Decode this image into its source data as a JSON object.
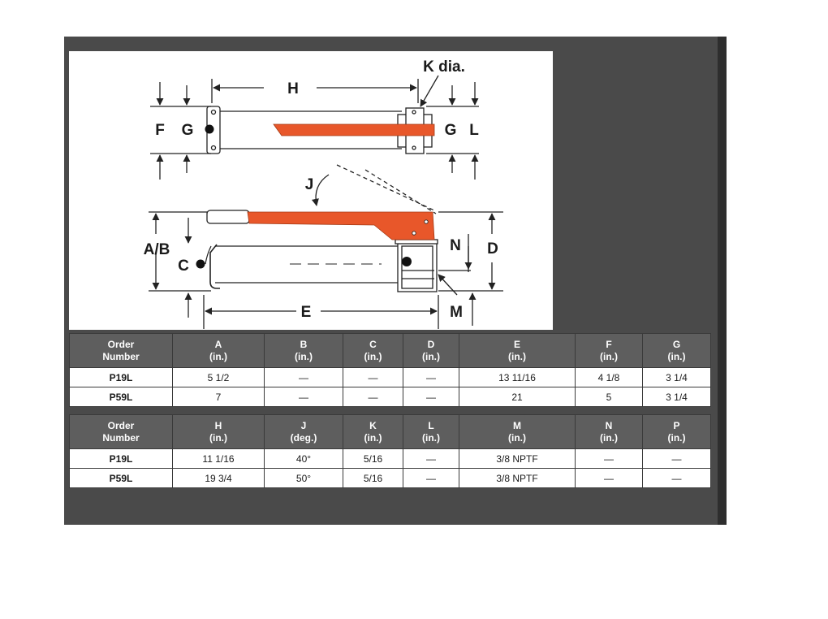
{
  "diagram": {
    "labels": {
      "k": "K dia.",
      "h": "H",
      "f": "F",
      "g_left": "G",
      "g_right": "G",
      "l": "L",
      "j": "J",
      "ab": "A/B",
      "c": "C",
      "n": "N",
      "d": "D",
      "e": "E",
      "m": "M"
    },
    "colors": {
      "accent": "#e8572a",
      "line": "#222222"
    }
  },
  "table_top": {
    "headers": [
      {
        "name": "Order",
        "unit": "Number"
      },
      {
        "name": "A",
        "unit": "(in.)"
      },
      {
        "name": "B",
        "unit": "(in.)"
      },
      {
        "name": "C",
        "unit": "(in.)"
      },
      {
        "name": "D",
        "unit": "(in.)"
      },
      {
        "name": "E",
        "unit": "(in.)"
      },
      {
        "name": "F",
        "unit": "(in.)"
      },
      {
        "name": "G",
        "unit": "(in.)"
      }
    ],
    "rows": [
      [
        "P19L",
        "5 1/2",
        "—",
        "—",
        "—",
        "13 11/16",
        "4 1/8",
        "3 1/4"
      ],
      [
        "P59L",
        "7",
        "—",
        "—",
        "—",
        "21",
        "5",
        "3 1/4"
      ]
    ]
  },
  "table_bottom": {
    "headers": [
      {
        "name": "Order",
        "unit": "Number"
      },
      {
        "name": "H",
        "unit": "(in.)"
      },
      {
        "name": "J",
        "unit": "(deg.)"
      },
      {
        "name": "K",
        "unit": "(in.)"
      },
      {
        "name": "L",
        "unit": "(in.)"
      },
      {
        "name": "M",
        "unit": "(in.)"
      },
      {
        "name": "N",
        "unit": "(in.)"
      },
      {
        "name": "P",
        "unit": "(in.)"
      }
    ],
    "rows": [
      [
        "P19L",
        "11 1/16",
        "40°",
        "5/16",
        "—",
        "3/8 NPTF",
        "—",
        "—"
      ],
      [
        "P59L",
        "19 3/4",
        "50°",
        "5/16",
        "—",
        "3/8 NPTF",
        "—",
        "—"
      ]
    ]
  }
}
